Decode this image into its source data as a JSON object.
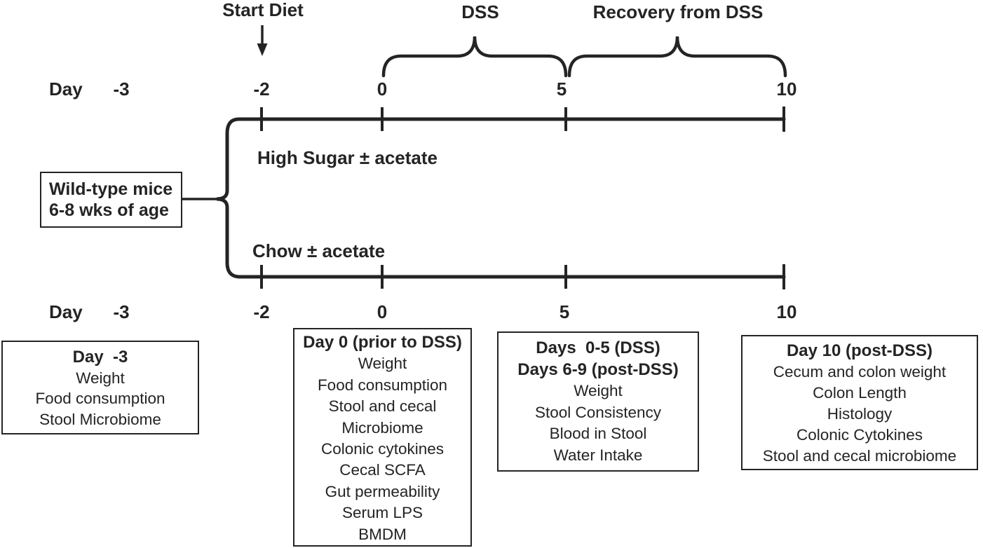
{
  "palette": {
    "ink": "#242424",
    "background": "#ffffff"
  },
  "header": {
    "start_diet": "Start Diet",
    "dss": "DSS",
    "recovery": "Recovery from DSS"
  },
  "timeline": {
    "day_label": "Day",
    "ticks": [
      "-3",
      "-2",
      "0",
      "5",
      "10"
    ]
  },
  "branches": {
    "high_sugar": "High Sugar ± acetate",
    "chow": "Chow ± acetate"
  },
  "subject_box": {
    "line1": "Wild-type mice",
    "line2": "6-8 wks of age"
  },
  "boxes": [
    {
      "headers": [
        "Day  -3"
      ],
      "items": [
        "Weight",
        "Food consumption",
        "Stool Microbiome"
      ]
    },
    {
      "headers": [
        "Day 0 (prior to DSS)"
      ],
      "items": [
        "Weight",
        "Food consumption",
        "Stool and cecal",
        "Microbiome",
        "Colonic cytokines",
        "Cecal SCFA",
        "Gut permeability",
        "Serum LPS",
        "BMDM"
      ]
    },
    {
      "headers": [
        "Days  0-5 (DSS)",
        "Days 6-9 (post-DSS)"
      ],
      "items": [
        "Weight",
        "Stool Consistency",
        "Blood in Stool",
        "Water Intake"
      ]
    },
    {
      "headers": [
        "Day 10 (post-DSS)"
      ],
      "items": [
        "Cecum and colon weight",
        "Colon Length",
        "Histology",
        "Colonic Cytokines",
        "Stool and cecal microbiome"
      ]
    }
  ]
}
